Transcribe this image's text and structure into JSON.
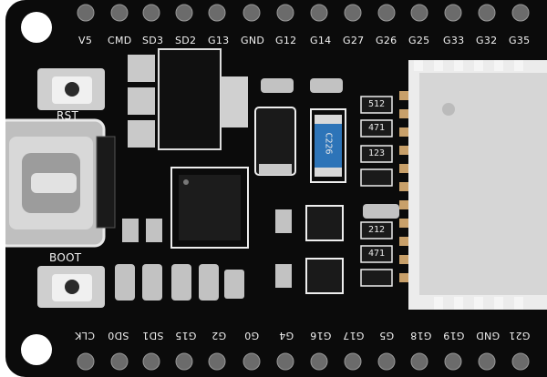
{
  "top_pins": [
    "V5",
    "CMD",
    "SD3",
    "SD2",
    "G13",
    "GND",
    "G12",
    "G14",
    "G27",
    "G26",
    "G25",
    "G33",
    "G32",
    "G35"
  ],
  "bottom_pins": [
    "CLK",
    "SD0",
    "SD1",
    "G15",
    "G2",
    "G0",
    "G4",
    "G16",
    "G17",
    "G5",
    "G18",
    "G19",
    "GND",
    "G21"
  ],
  "buttons": {
    "reset": "RST",
    "boot": "BOOT"
  },
  "markings": {
    "cap": "C226",
    "r1": "512",
    "r2": "471",
    "r3": "123",
    "r4": "212",
    "r5": "471"
  }
}
